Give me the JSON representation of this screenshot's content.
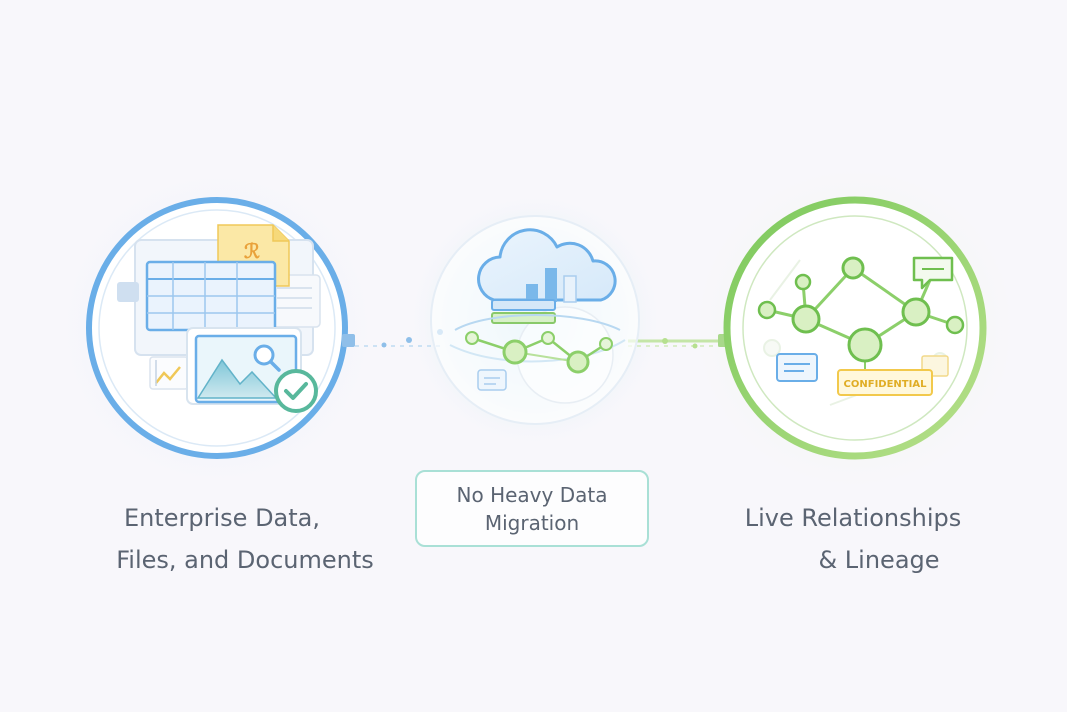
{
  "left_node": {
    "caption_line1": "Enterprise Data,",
    "caption_line2": "Files, and Documents"
  },
  "middle_node": {
    "label_line1": "No Heavy Data",
    "label_line2": "Migration"
  },
  "right_node": {
    "caption_line1": "Live Relationships",
    "caption_line2": "& Lineage",
    "badge_text": "CONFIDENTIAL"
  },
  "colors": {
    "blue_accent": "#6aaee8",
    "green_accent": "#8ccf6a",
    "teal_border": "#a9e0d6",
    "text": "#5b6472",
    "badge_yellow": "#f2c94c"
  }
}
